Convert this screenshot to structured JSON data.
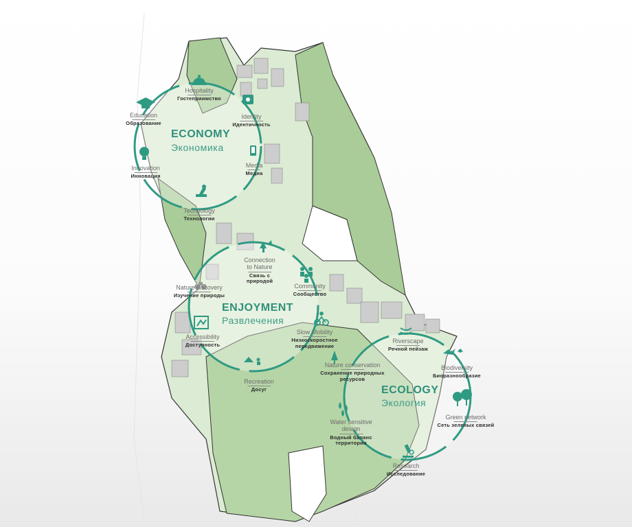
{
  "colors": {
    "teal": "#2f9a82",
    "green_light": "#cfe3c3",
    "green_mid": "#a9cc98",
    "building": "#cfcfcf"
  },
  "economy": {
    "title_en": "ECONOMY",
    "title_ru": "Экономика",
    "items": [
      {
        "en": "Hospitality",
        "ru": "Гостеприимство",
        "icon": "hotel-bell-icon"
      },
      {
        "en": "Identity",
        "ru": "Идентичность",
        "icon": "identity-icon"
      },
      {
        "en": "Media",
        "ru": "Медиа",
        "icon": "phone-icon"
      },
      {
        "en": "Technology",
        "ru": "Технологии",
        "icon": "robot-arm-icon"
      },
      {
        "en": "Innovation",
        "ru": "Инновация",
        "icon": "lightbulb-icon"
      },
      {
        "en": "Education",
        "ru": "Образование",
        "icon": "graduation-cap-icon"
      }
    ]
  },
  "enjoyment": {
    "title_en": "ENJOYMENT",
    "title_ru": "Развлечения",
    "items": [
      {
        "en": "Connection",
        "en2": "to Nature",
        "ru": "Связь с",
        "ru2": "природой",
        "icon": "plant-icon"
      },
      {
        "en": "Community",
        "ru": "Сообщество",
        "icon": "people-icon"
      },
      {
        "en": "Slow Mobility",
        "ru": "Низкоскоростное",
        "ru2": "передвижение",
        "icon": "cyclist-icon"
      },
      {
        "en": "Recreation",
        "ru": "Досуг",
        "icon": "picnic-icon"
      },
      {
        "en": "Accessibility",
        "ru": "Доступность",
        "icon": "map-frame-icon"
      },
      {
        "en": "Nature discovery",
        "ru": "Изучение природы",
        "icon": "binoculars-icon"
      }
    ]
  },
  "ecology": {
    "title_en": "ECOLOGY",
    "title_ru": "Экология",
    "items": [
      {
        "en": "Riverscape",
        "ru": "Речной пейзаж",
        "icon": "river-icon"
      },
      {
        "en": "Biodiversity",
        "ru": "Биоразнообразие",
        "icon": "bird-icon"
      },
      {
        "en": "Green network",
        "ru": "Сеть зеленых связей",
        "icon": "trees-icon"
      },
      {
        "en": "Research",
        "ru": "Исследование",
        "icon": "microscope-icon"
      },
      {
        "en": "Water sensitive",
        "en2": "design",
        "ru": "Водный баланс",
        "ru2": "территории",
        "icon": "water-drops-icon"
      },
      {
        "en": "Nature conservation",
        "ru": "Сохранение природных",
        "ru2": "ресурсов",
        "icon": "tree-icon"
      }
    ]
  }
}
